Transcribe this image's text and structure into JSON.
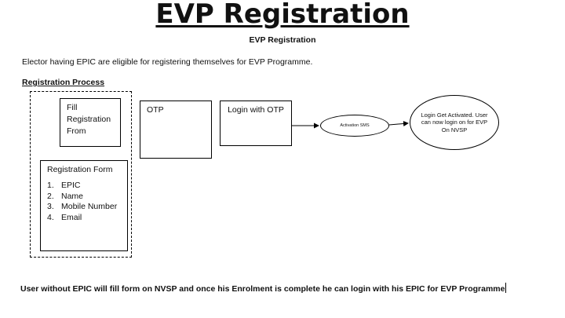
{
  "page": {
    "title": "EVP Registration",
    "subtitle": "EVP Registration",
    "intro": "Elector having EPIC are eligible for registering themselves for EVP Programme.",
    "section_heading": "Registration Process",
    "footer": "User without EPIC will fill form on NVSP and once his Enrolment is complete he can login with his EPIC for EVP Programme"
  },
  "diagram": {
    "fill_form_box": "Fill Registration From",
    "otp_box": "OTP",
    "login_box": "Login with OTP",
    "activation_ellipse": "Activation SMS",
    "final_ellipse": "Login Get Activated. User can now login on for EVP On NVSP",
    "registration_form": {
      "title": "Registration Form",
      "fields": [
        {
          "num": "1.",
          "label": "EPIC"
        },
        {
          "num": "2.",
          "label": "Name"
        },
        {
          "num": "3.",
          "label": "Mobile Number"
        },
        {
          "num": "4.",
          "label": "Email"
        }
      ]
    }
  }
}
